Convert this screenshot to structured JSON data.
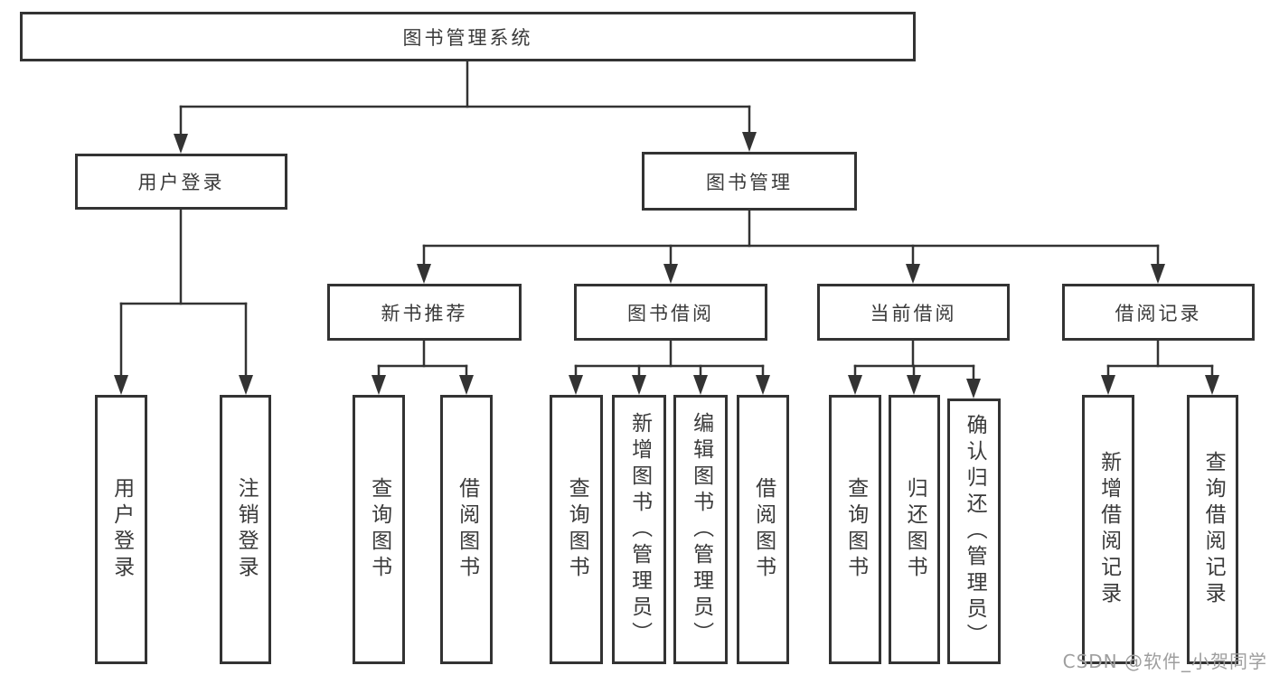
{
  "diagram": {
    "root": "图书管理系统",
    "branches": {
      "user_login": {
        "label": "用户登录",
        "children": [
          "用户登录",
          "注销登录"
        ]
      },
      "book_mgmt": {
        "label": "图书管理",
        "sections": {
          "new_books": {
            "label": "新书推荐",
            "children": [
              "查询图书",
              "借阅图书"
            ]
          },
          "borrowing": {
            "label": "图书借阅",
            "children": [
              "查询图书",
              "新增图书（管理员）",
              "编辑图书（管理员）",
              "借阅图书"
            ]
          },
          "current": {
            "label": "当前借阅",
            "children": [
              "查询图书",
              "归还图书",
              "确认归还（管理员）"
            ]
          },
          "records": {
            "label": "借阅记录",
            "children": [
              "新增借阅记录",
              "查询借阅记录"
            ]
          }
        }
      }
    }
  },
  "watermark": "CSDN @软件_小贺同学",
  "colors": {
    "line": "#333333",
    "box_border": "#333333",
    "text": "#3a3a3a",
    "watermark": "#9e9e9e",
    "background": "#ffffff"
  }
}
